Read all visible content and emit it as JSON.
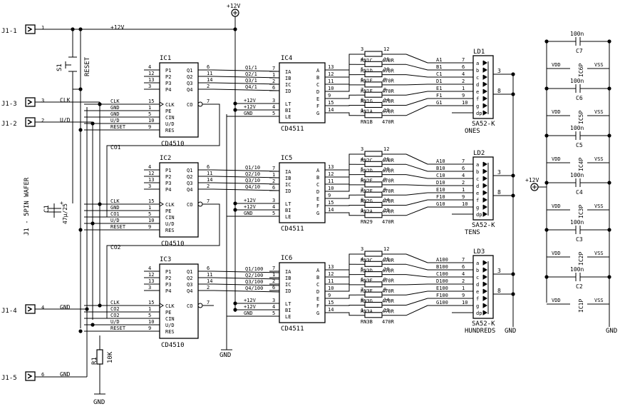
{
  "supply": {
    "top_label": "+12V",
    "rail_label": "+12V",
    "right_label": "+12V",
    "gnd_label": "GND"
  },
  "connectors": [
    {
      "name": "J1-1",
      "pin": "1"
    },
    {
      "name": "J1-3",
      "pin": "3"
    },
    {
      "name": "J1-2",
      "pin": "2"
    },
    {
      "name": "J1-4",
      "pin": "4"
    },
    {
      "name": "J1-5",
      "pin": "6"
    }
  ],
  "wire_labels": {
    "clk": "CLK",
    "ud": "U/D",
    "gnd": "GND",
    "co1": "CO1",
    "co2": "CO2"
  },
  "side_label": "J1 - 5PIN WAFER",
  "reset_switch": {
    "ref": "S1",
    "label": "RESET"
  },
  "capacitor_c1": {
    "ref": "C1",
    "value": "47μ/25",
    "polarity": "+"
  },
  "resistor_r1": {
    "ref": "R1",
    "value": "10K"
  },
  "counters": [
    {
      "ref": "IC1",
      "part": "CD4510",
      "left_pins": [
        [
          "4",
          "P1"
        ],
        [
          "12",
          "P2"
        ],
        [
          "13",
          "P3"
        ],
        [
          "3",
          "P4"
        ],
        [
          "15",
          "CLK"
        ],
        [
          "1",
          "PE"
        ],
        [
          "5",
          "CIN"
        ],
        [
          "10",
          "U/D"
        ],
        [
          "9",
          "RES"
        ]
      ],
      "right_pins": [
        [
          "6",
          "Q1"
        ],
        [
          "11",
          "Q2"
        ],
        [
          "14",
          "Q3"
        ],
        [
          "2",
          "Q4"
        ],
        [
          "7",
          "CO"
        ]
      ],
      "ext_left": [
        "CLK",
        "GND",
        "GND",
        "U/D",
        "RESET"
      ],
      "q_labels": [
        "Q1/1",
        "Q2/1",
        "Q3/1",
        "Q4/1"
      ]
    },
    {
      "ref": "IC2",
      "part": "CD4510",
      "left_pins": [
        [
          "4",
          "P1"
        ],
        [
          "12",
          "P2"
        ],
        [
          "13",
          "P3"
        ],
        [
          "3",
          "P4"
        ],
        [
          "15",
          "CLK"
        ],
        [
          "1",
          "PE"
        ],
        [
          "5",
          "CIN"
        ],
        [
          "10",
          "U/D"
        ],
        [
          "9",
          "RES"
        ]
      ],
      "right_pins": [
        [
          "6",
          "Q1"
        ],
        [
          "11",
          "Q2"
        ],
        [
          "14",
          "Q3"
        ],
        [
          "2",
          "Q4"
        ],
        [
          "7",
          "CO"
        ]
      ],
      "ext_left": [
        "CLK",
        "GND",
        "CO1",
        "U/D",
        "RESET"
      ],
      "q_labels": [
        "Q1/10",
        "Q2/10",
        "Q3/10",
        "Q4/10"
      ]
    },
    {
      "ref": "IC3",
      "part": "CD4510",
      "left_pins": [
        [
          "4",
          "P1"
        ],
        [
          "12",
          "P2"
        ],
        [
          "13",
          "P3"
        ],
        [
          "3",
          "P4"
        ],
        [
          "15",
          "CLK"
        ],
        [
          "1",
          "PE"
        ],
        [
          "5",
          "CIN"
        ],
        [
          "10",
          "U/D"
        ],
        [
          "9",
          "RES"
        ]
      ],
      "right_pins": [
        [
          "6",
          "Q1"
        ],
        [
          "11",
          "Q2"
        ],
        [
          "14",
          "Q3"
        ],
        [
          "2",
          "Q4"
        ],
        [
          "7",
          "CO"
        ]
      ],
      "ext_left": [
        "CLK",
        "CO2",
        "CO2",
        "U/D",
        "RESET"
      ],
      "q_labels": [
        "Q1/100",
        "Q2/100",
        "Q3/100",
        "Q4/100"
      ]
    }
  ],
  "decoders": [
    {
      "ref": "IC4",
      "part": "CD4511",
      "in_pins": [
        [
          "7",
          "IA"
        ],
        [
          "1",
          "IB"
        ],
        [
          "2",
          "IC"
        ],
        [
          "6",
          "ID"
        ],
        [
          "3",
          "LT"
        ],
        [
          "4",
          "BI"
        ],
        [
          "5",
          "LE"
        ]
      ],
      "ctrl_labels": [
        "+12V",
        "+12V",
        "GND"
      ],
      "out_pins": [
        "13",
        "12",
        "11",
        "10",
        "9",
        "15",
        "14"
      ],
      "out_names": [
        "A",
        "B",
        "C",
        "D",
        "E",
        "F",
        "G"
      ]
    },
    {
      "ref": "IC5",
      "part": "CD4511",
      "in_pins": [
        [
          "7",
          "IA"
        ],
        [
          "1",
          "IB"
        ],
        [
          "2",
          "IC"
        ],
        [
          "6",
          "ID"
        ],
        [
          "3",
          "LT"
        ],
        [
          "4",
          "BI"
        ],
        [
          "5",
          "LE"
        ]
      ],
      "ctrl_labels": [
        "+12V",
        "+12V",
        "GND"
      ],
      "out_pins": [
        "13",
        "12",
        "11",
        "10",
        "9",
        "15",
        "14"
      ],
      "out_names": [
        "A",
        "B",
        "C",
        "D",
        "E",
        "F",
        "G"
      ]
    },
    {
      "ref": "IC6",
      "part": "CD4511",
      "in_pins": [
        [
          "7",
          "IA"
        ],
        [
          "1",
          "IB"
        ],
        [
          "2",
          "IC"
        ],
        [
          "6",
          "ID"
        ],
        [
          "3",
          "LT"
        ],
        [
          "4",
          "BI"
        ],
        [
          "5",
          "LE"
        ]
      ],
      "ctrl_labels": [
        "+12V",
        "+12V",
        "GND"
      ],
      "out_pins": [
        "13",
        "12",
        "11",
        "10",
        "9",
        "15",
        "14"
      ],
      "out_names": [
        "A",
        "B",
        "C",
        "D",
        "E",
        "F",
        "G"
      ]
    }
  ],
  "resistor_groups": [
    {
      "top_pins": [
        "3",
        "4",
        "5",
        "6",
        "7",
        "8",
        "1"
      ],
      "bottom_pins": [
        "12",
        "11",
        "10",
        "9",
        "8",
        "14",
        "13"
      ],
      "names": [
        "RN1C",
        "RN1D",
        "RN1E",
        "RN1F",
        "RN1G",
        "RN1A",
        "RN1B"
      ],
      "value": "470R"
    },
    {
      "top_pins": [
        "3",
        "4",
        "5",
        "6",
        "7",
        "8",
        "1"
      ],
      "bottom_pins": [
        "12",
        "11",
        "10",
        "9",
        "8",
        "14",
        "13"
      ],
      "names": [
        "RN2C",
        "RN2D",
        "RN2E",
        "RN2F",
        "RN2G",
        "RN2A",
        "RN29"
      ],
      "value": "470R"
    },
    {
      "top_pins": [
        "3",
        "4",
        "5",
        "6",
        "7",
        "8",
        "1"
      ],
      "bottom_pins": [
        "12",
        "11",
        "10",
        "9",
        "8",
        "14",
        "13"
      ],
      "names": [
        "RN3C",
        "RN3D",
        "RN3E",
        "RN3F",
        "RN3G",
        "RN3A",
        "RN3B"
      ],
      "value": "470R"
    }
  ],
  "displays": [
    {
      "ref": "LD1",
      "part": "SA52-K",
      "caption": "ONES",
      "segs": [
        "A1",
        "B1",
        "C1",
        "D1",
        "E1",
        "F1",
        "G1"
      ],
      "seg_pins": [
        "7",
        "6",
        "4",
        "2",
        "1",
        "9",
        "10"
      ],
      "seg_letters": [
        "a",
        "b",
        "c",
        "d",
        "e",
        "f",
        "g",
        "dp"
      ],
      "common_pins": [
        "3",
        "8"
      ]
    },
    {
      "ref": "LD2",
      "part": "SA52-K",
      "caption": "TENS",
      "segs": [
        "A10",
        "B10",
        "C10",
        "D10",
        "E10",
        "F10",
        "G10"
      ],
      "seg_pins": [
        "7",
        "6",
        "4",
        "2",
        "1",
        "9",
        "10"
      ],
      "seg_letters": [
        "a",
        "b",
        "c",
        "d",
        "e",
        "f",
        "g",
        "dp"
      ],
      "common_pins": [
        "3",
        "8"
      ]
    },
    {
      "ref": "LD3",
      "part": "SA52-K",
      "caption": "HUNDREDS",
      "segs": [
        "A100",
        "B100",
        "C100",
        "D100",
        "E100",
        "F100",
        "G100"
      ],
      "seg_pins": [
        "7",
        "6",
        "4",
        "2",
        "1",
        "9",
        "10"
      ],
      "seg_letters": [
        "a",
        "b",
        "c",
        "d",
        "e",
        "f",
        "g",
        "dp"
      ],
      "common_pins": [
        "3",
        "8"
      ]
    }
  ],
  "decoupling": [
    {
      "cap": "C7",
      "value": "100n",
      "ic": "IC6P",
      "vdd": "VDD",
      "vss": "VSS"
    },
    {
      "cap": "C6",
      "value": "100n",
      "ic": "IC5P",
      "vdd": "VDD",
      "vss": "VSS"
    },
    {
      "cap": "C5",
      "value": "100n",
      "ic": "IC4P",
      "vdd": "VDD",
      "vss": "VSS"
    },
    {
      "cap": "C4",
      "value": "100n",
      "ic": "IC3P",
      "vdd": "VDD",
      "vss": "VSS"
    },
    {
      "cap": "C3",
      "value": "100n",
      "ic": "IC2P",
      "vdd": "VDD",
      "vss": "VSS"
    },
    {
      "cap": "C2",
      "value": "100n",
      "ic": "IC1P",
      "vdd": "VDD",
      "vss": "VSS"
    }
  ]
}
